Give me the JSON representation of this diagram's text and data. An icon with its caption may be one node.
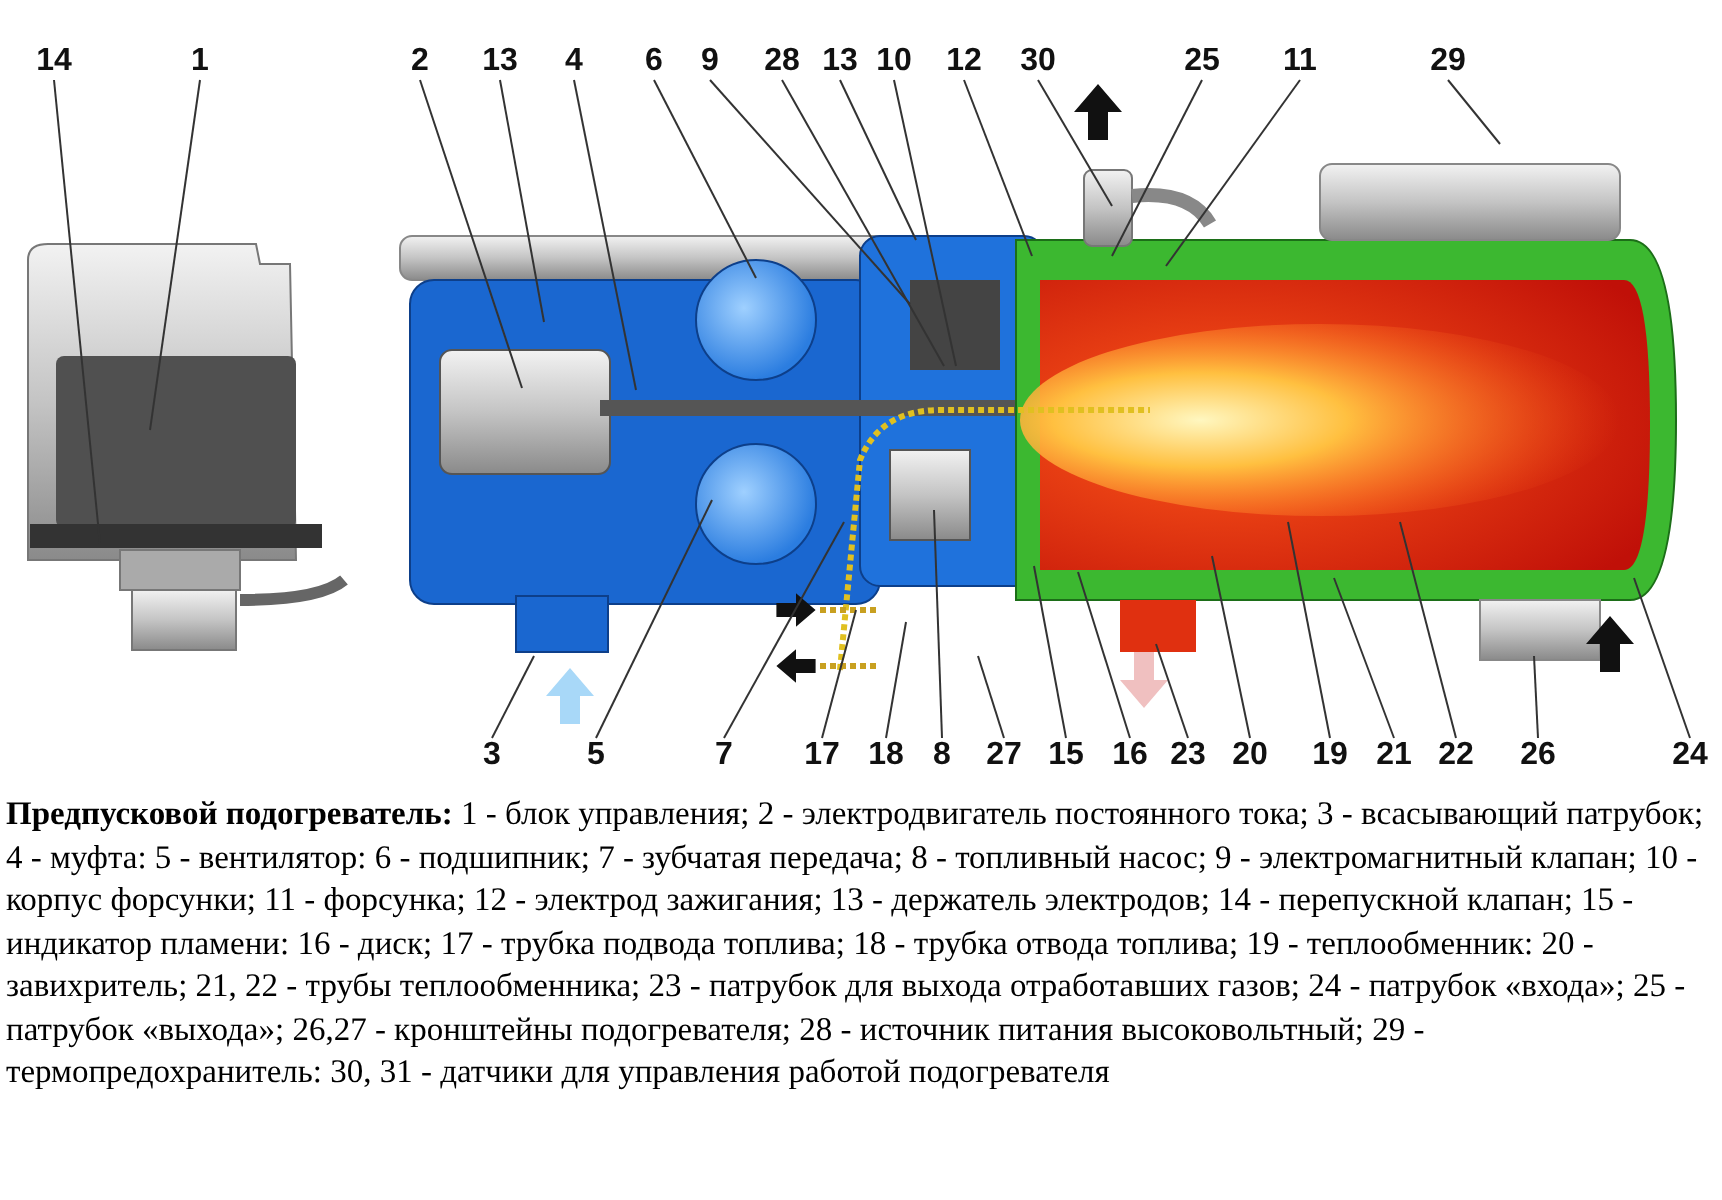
{
  "diagram": {
    "caption": "**Предпусковой подогреватель:** 1 - блок управления; 2 - электродвигатель постоянного тока; 3 - всасывающий патрубок; 4 - муфта: 5 - вентилятор: 6 - подшипник; 7 - зубчатая передача; 8 - топливный насос; 9 - электромагнитный клапан; 10 - корпус форсунки; 11 - форсунка; 12 - электрод зажигания; 13 - держатель электродов; 14 - перепускной клапан; 15 - индикатор пламени: 16 - диск; 17 - трубка подвода топлива; 18 - трубка отвода топлива; 19 - теплообменник: 20 - завихритель; 21, 22 - трубы теплообменника; 23 - патрубок для выхода отработавших газов; 24 - патрубок «входа»; 25 - патрубок «выхода»; 26,27 - кронштейны подогревателя; 28 - источник питания высоковольтный; 29 - термопредохранитель: 30, 31 - датчики для управления работой подогревателя",
    "nodes": [
      {
        "text": [
          "14"
        ]
      },
      {
        "text": [
          "1"
        ]
      },
      {
        "text": [
          "2"
        ]
      },
      {
        "text": [
          "13"
        ]
      },
      {
        "text": [
          "4"
        ]
      },
      {
        "text": [
          "6"
        ]
      },
      {
        "text": [
          "9"
        ]
      },
      {
        "text": [
          "28"
        ]
      },
      {
        "text": [
          "13"
        ]
      },
      {
        "text": [
          "10"
        ]
      },
      {
        "text": [
          "12"
        ]
      },
      {
        "text": [
          "30"
        ]
      },
      {
        "text": [
          "25"
        ]
      },
      {
        "text": [
          "11"
        ]
      },
      {
        "text": [
          "29"
        ]
      },
      {
        "text": [
          "3"
        ]
      },
      {
        "text": [
          "5"
        ]
      },
      {
        "text": [
          "7"
        ]
      },
      {
        "text": [
          "17"
        ]
      },
      {
        "text": [
          "18"
        ]
      },
      {
        "text": [
          "8"
        ]
      },
      {
        "text": [
          "27"
        ]
      },
      {
        "text": [
          "15"
        ]
      },
      {
        "text": [
          "16"
        ]
      },
      {
        "text": [
          "23"
        ]
      },
      {
        "text": [
          "20"
        ]
      },
      {
        "text": [
          "19"
        ]
      },
      {
        "text": [
          "21"
        ]
      },
      {
        "text": [
          "22"
        ]
      },
      {
        "text": [
          "26"
        ]
      },
      {
        "text": [
          "24"
        ]
      }
    ],
    "edges": [
      {
        "from": 0,
        "to": null,
        "arrow": "none"
      },
      {
        "from": 1,
        "to": null,
        "arrow": "none"
      },
      {
        "from": 2,
        "to": null,
        "arrow": "none"
      },
      {
        "from": 3,
        "to": null,
        "arrow": "none"
      },
      {
        "from": 4,
        "to": null,
        "arrow": "none"
      },
      {
        "from": 5,
        "to": null,
        "arrow": "none"
      },
      {
        "from": 6,
        "to": null,
        "arrow": "none"
      },
      {
        "from": 7,
        "to": null,
        "arrow": "none"
      },
      {
        "from": 8,
        "to": null,
        "arrow": "none"
      },
      {
        "from": 9,
        "to": null,
        "arrow": "none"
      },
      {
        "from": 10,
        "to": null,
        "arrow": "none"
      },
      {
        "from": 11,
        "to": null,
        "arrow": "none"
      },
      {
        "from": 12,
        "to": null,
        "arrow": "none"
      },
      {
        "from": 13,
        "to": null,
        "arrow": "none"
      },
      {
        "from": 14,
        "to": null,
        "arrow": "none"
      },
      {
        "from": 15,
        "to": null,
        "arrow": "none"
      },
      {
        "from": 16,
        "to": null,
        "arrow": "none"
      },
      {
        "from": 17,
        "to": null,
        "arrow": "none"
      },
      {
        "from": 18,
        "to": null,
        "arrow": "none"
      },
      {
        "from": 19,
        "to": null,
        "arrow": "none"
      },
      {
        "from": 20,
        "to": null,
        "arrow": "none"
      },
      {
        "from": 21,
        "to": null,
        "arrow": "none"
      },
      {
        "from": 22,
        "to": null,
        "arrow": "none"
      },
      {
        "from": 23,
        "to": null,
        "arrow": "none"
      },
      {
        "from": 24,
        "to": null,
        "arrow": "none"
      },
      {
        "from": 25,
        "to": null,
        "arrow": "none"
      },
      {
        "from": 26,
        "to": null,
        "arrow": "none"
      },
      {
        "from": 27,
        "to": null,
        "arrow": "none"
      },
      {
        "from": 28,
        "to": null,
        "arrow": "none"
      },
      {
        "from": 29,
        "to": null,
        "arrow": "none"
      },
      {
        "from": 30,
        "to": null,
        "arrow": "none"
      }
    ]
  }
}
